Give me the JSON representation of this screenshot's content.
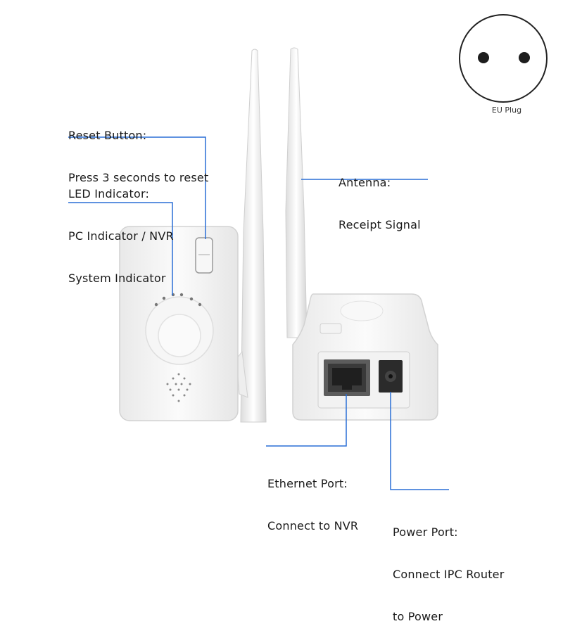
{
  "eu_plug": {
    "caption": "EU Plug"
  },
  "callouts": {
    "reset": {
      "line1": "Reset Button:",
      "line2": "Press 3 seconds to reset"
    },
    "led": {
      "line1": "LED Indicator:",
      "line2": "PC Indicator / NVR",
      "line3": "System Indicator"
    },
    "antenna": {
      "line1": "Antenna:",
      "line2": "Receipt Signal"
    },
    "ethernet": {
      "line1": "Ethernet Port:",
      "line2": "Connect to NVR"
    },
    "power": {
      "line1": "Power Port:",
      "line2": "Connect IPC Router",
      "line3": "to Power"
    }
  },
  "colors": {
    "callout_line": "#2a6fd6",
    "device_body": "#f4f4f4",
    "port_dark": "#2b2b2b"
  }
}
